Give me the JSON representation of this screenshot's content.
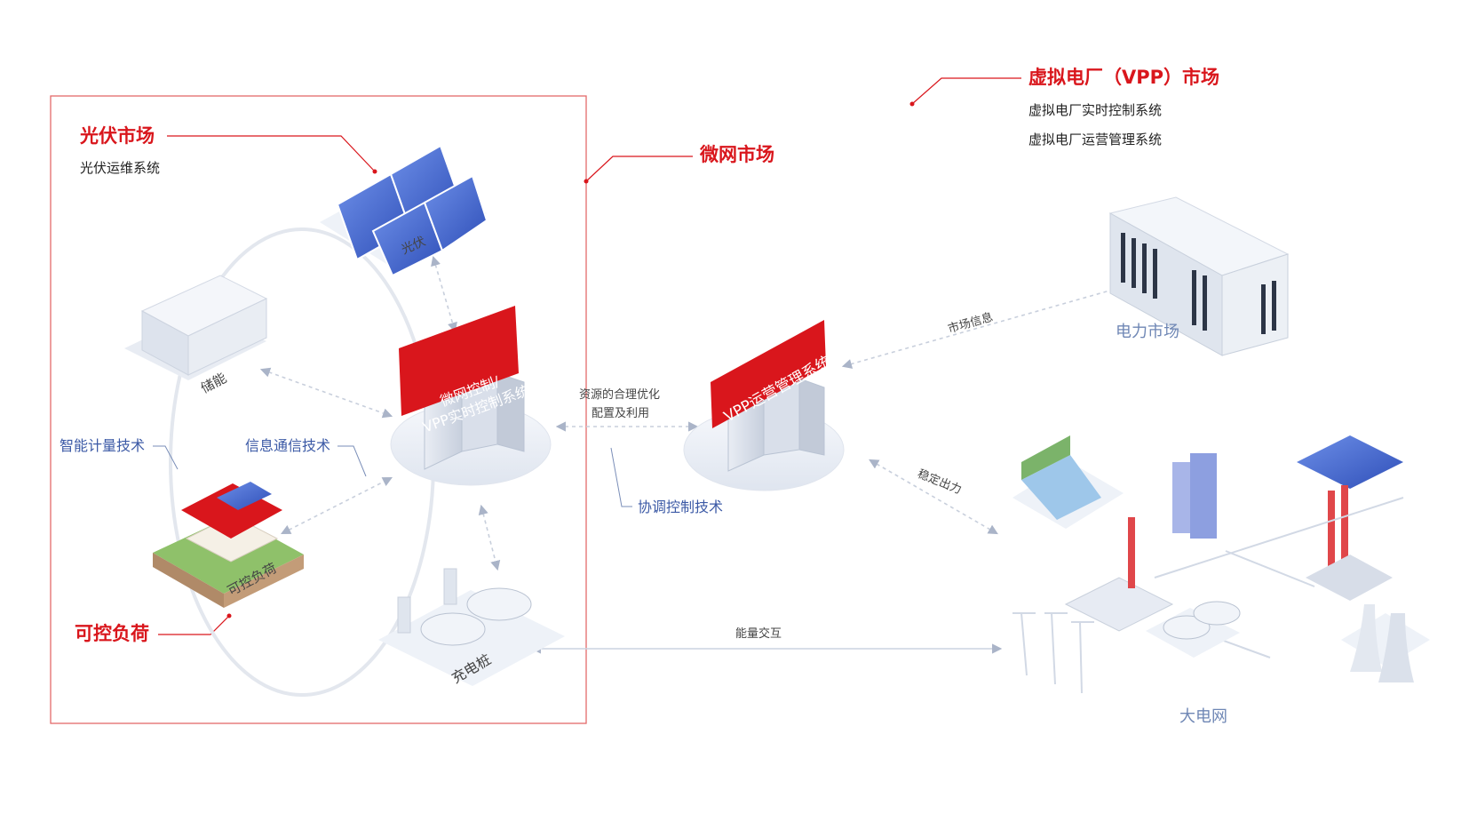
{
  "markets": {
    "pv": {
      "title": "光伏市场",
      "sub": "光伏运维系统"
    },
    "microgrid": {
      "title": "微网市场"
    },
    "vpp": {
      "title": "虚拟电厂（VPP）市场",
      "subs": [
        "虚拟电厂实时控制系统",
        "虚拟电厂运营管理系统"
      ]
    },
    "load": {
      "title": "可控负荷"
    }
  },
  "nodes": {
    "pv": "光伏",
    "storage": "储能",
    "load": "可控负荷",
    "charger": "充电桩",
    "power_market": "电力市场",
    "big_grid": "大电网"
  },
  "systems": {
    "microgrid_control": [
      "微网控制/",
      "VPP实时控制系统"
    ],
    "vpp_operation": "VPP运营管理系统"
  },
  "tech": {
    "metering": "智能计量技术",
    "communication": "信息通信技术",
    "coordination": "协调控制技术"
  },
  "flows": {
    "resource_1": "资源的合理优化",
    "resource_2": "配置及利用",
    "market_info": "市场信息",
    "stable_output": "稳定出力",
    "energy_exchange": "能量交互"
  },
  "colors": {
    "accent_red": "#d9161c",
    "text_blue": "#3c5aa6",
    "connector": "#c8cfdc"
  }
}
